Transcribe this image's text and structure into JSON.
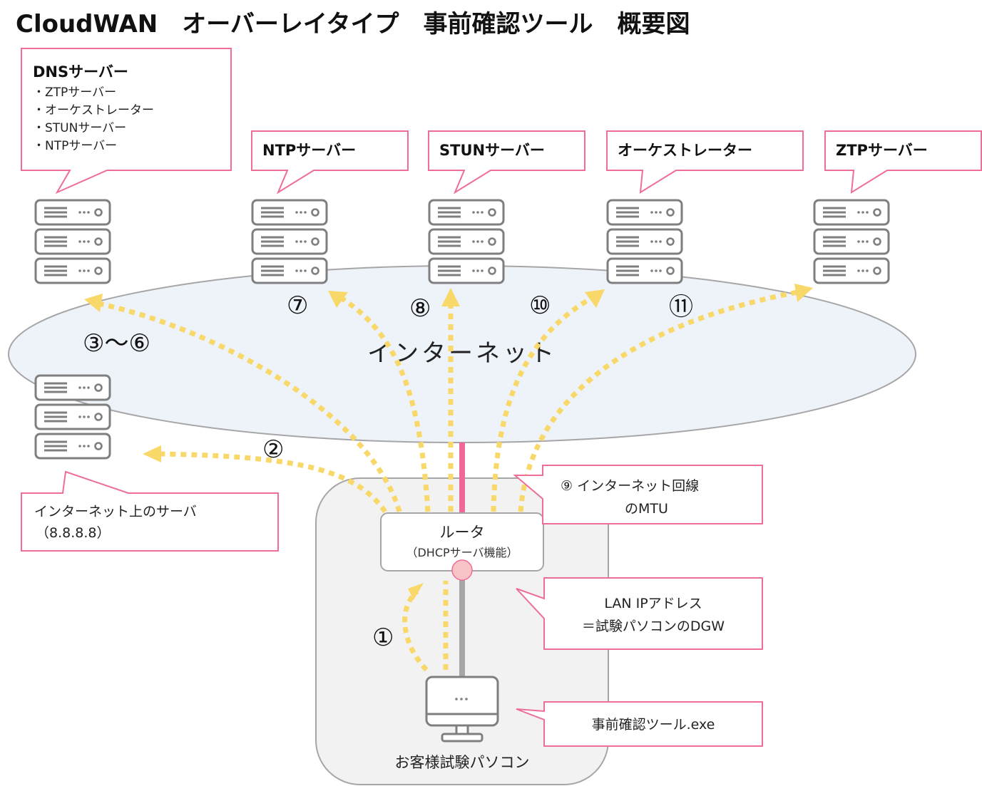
{
  "title": "CloudWAN　オーバーレイタイプ　事前確認ツール　概要図",
  "dns_callout": {
    "title": "DNSサーバー",
    "items": [
      "・ZTPサーバー",
      "・オーケストレーター",
      "・STUNサーバー",
      "・NTPサーバー"
    ]
  },
  "server_callouts": {
    "ntp": "NTPサーバー",
    "stun": "STUNサーバー",
    "orchestrator": "オーケストレーター",
    "ztp": "ZTPサーバー"
  },
  "internet_label": "インターネット",
  "internet_server_callout": {
    "line1": "インターネット上のサーバ",
    "line2": "（8.8.8.8）"
  },
  "step_numbers": {
    "n1": "①",
    "n2": "②",
    "n3_6": "③〜⑥",
    "n7": "⑦",
    "n8": "⑧",
    "n10": "⑩",
    "n11": "⑪"
  },
  "router": {
    "label": "ルータ",
    "sublabel": "（DHCPサーバ機能）"
  },
  "mtu_callout": {
    "line1": "⑨ インターネット回線",
    "line2": "のMTU"
  },
  "lan_callout": {
    "line1": "LAN IPアドレス",
    "line2": "＝試験パソコンのDGW"
  },
  "exe_callout": "事前確認ツール.exe",
  "pc": {
    "label": "お客様試験パソコン",
    "screen_dots": "..."
  },
  "colors": {
    "callout_border": "#ee6e96",
    "arrow": "#f9d86a",
    "internet_fill": "#eef2f9",
    "internet_border": "#a6a6a6",
    "server_stroke": "#7f7f7f",
    "wan_line": "#f0679a",
    "lan_line": "#a6a6a6",
    "lan_port": "#f8c4c8",
    "customer_bg": "#f2f2f2"
  }
}
